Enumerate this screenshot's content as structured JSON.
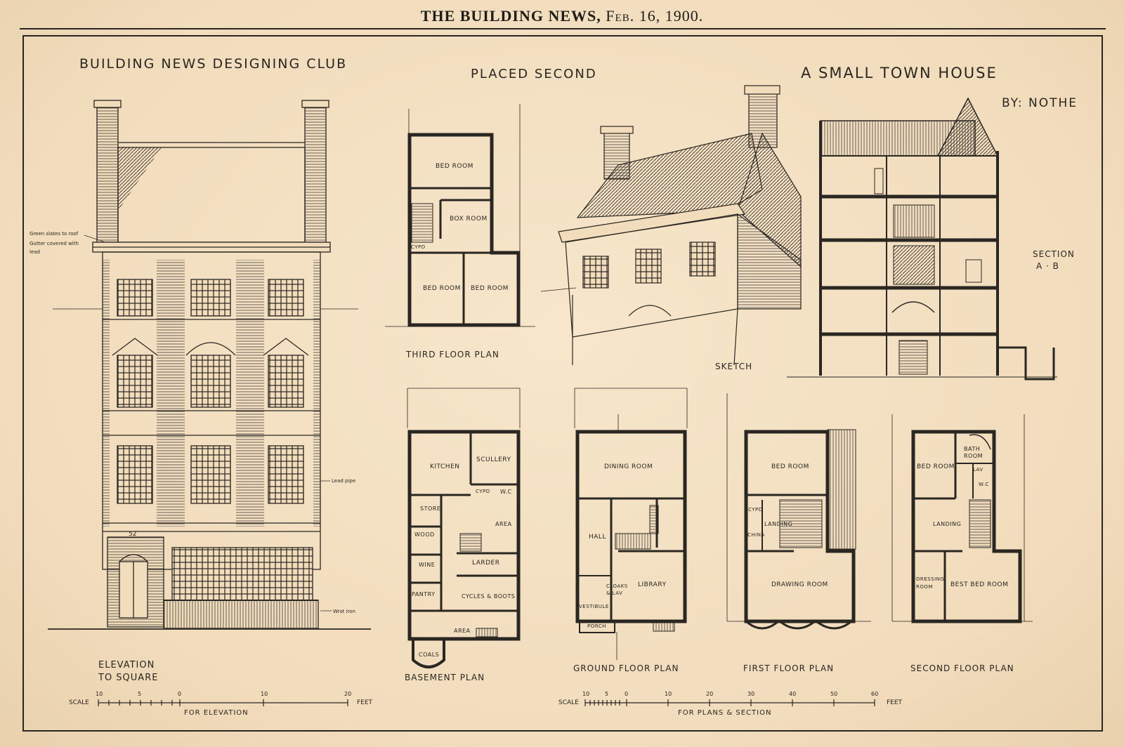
{
  "header": {
    "publication": "THE BUILDING NEWS,",
    "date": "Feb. 16, 1900."
  },
  "titles": {
    "club": "BUILDING NEWS DESIGNING CLUB",
    "placement": "PLACED SECOND",
    "subject": "A SMALL TOWN HOUSE",
    "author": "BY: NOTHE"
  },
  "elevation": {
    "label_line1": "ELEVATION",
    "label_line2": "TO SQUARE",
    "note_roof_1": "Green slates to roof",
    "note_roof_2": "Gutter covered with",
    "note_roof_3": "lead",
    "note_pipe": "Lead pipe",
    "note_iron": "Wrot iron",
    "house_number": "52"
  },
  "drawings": {
    "third_floor": "THIRD FLOOR PLAN",
    "sketch": "SKETCH",
    "section_line1": "SECTION",
    "section_line2": "A · B",
    "basement": "BASEMENT PLAN",
    "ground_floor": "GROUND FLOOR PLAN",
    "first_floor": "FIRST FLOOR PLAN",
    "second_floor": "SECOND FLOOR PLAN"
  },
  "rooms": {
    "third": [
      "BED ROOM",
      "BOX ROOM",
      "BED ROOM",
      "BED ROOM",
      "CYPD"
    ],
    "basement": [
      "KITCHEN",
      "SCULLERY",
      "CYPD",
      "W.C",
      "STORE",
      "AREA",
      "WOOD",
      "WINE",
      "LARDER",
      "PANTRY",
      "CYCLES & BOOTS",
      "AREA",
      "COALS"
    ],
    "ground": [
      "DINING ROOM",
      "HALL",
      "LIBRARY",
      "VESTIBULE",
      "CLOAKS & LAV",
      "PORCH"
    ],
    "first": [
      "BED ROOM",
      "CYPD",
      "LANDING",
      "CHINA",
      "DRAWING ROOM"
    ],
    "second": [
      "BED ROOM",
      "BATH ROOM",
      "LAV",
      "W.C",
      "LANDING",
      "DRESSING ROOM",
      "BEST BED ROOM"
    ]
  },
  "scales": {
    "elevation": {
      "word": "SCALE",
      "ticks": [
        "10",
        "5",
        "0",
        "10",
        "20"
      ],
      "unit": "FEET",
      "caption": "FOR ELEVATION"
    },
    "plans": {
      "word": "SCALE",
      "ticks": [
        "10",
        "5",
        "0",
        "10",
        "20",
        "30",
        "40",
        "50",
        "60"
      ],
      "unit": "FEET",
      "caption": "FOR PLANS & SECTION"
    }
  },
  "colors": {
    "paper": "#f3dfc1",
    "ink": "#2a2622"
  }
}
